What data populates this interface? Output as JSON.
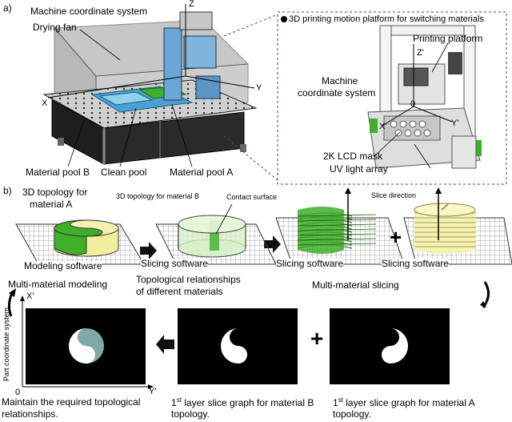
{
  "panel_a": {
    "label": "a)",
    "machine_coord": "Machine coordinate system",
    "drying_fan": "Drying fan",
    "material_pool_b": "Material pool B",
    "clean_pool": "Clean pool",
    "material_pool_a": "Material pool A",
    "axis_z": "Z",
    "axis_x": "X",
    "axis_y": "Y",
    "inset": {
      "title": "3D printing motion platform for switching materials",
      "printing_platform": "Printing platform",
      "machine_coord_line1": "Machine",
      "machine_coord_line2": "coordinate system",
      "axis_z": "Z'",
      "axis_x": "X'",
      "axis_y": "Y'",
      "origin": "0",
      "lcd_mask": "2K LCD mask",
      "uv_array": "UV light array"
    }
  },
  "panel_b": {
    "label": "b)",
    "topo_a_line1": "3D topology for",
    "topo_a_line2": "material A",
    "topo_b": "3D topology for material B",
    "contact_surface": "Contact surface",
    "slice_direction": "Slice direction",
    "modeling_software": "Modeling software",
    "slicing_software_1": "Slicing software",
    "slicing_software_2": "Slicing software",
    "slicing_software_3": "Slicing software",
    "multi_material_modeling": "Multi-material modeling",
    "topo_rel_line1": "Topological relationships",
    "topo_rel_line2": "of different materials",
    "multi_material_slicing": "Multi-material slicing",
    "axis_x": "X'",
    "axis_y": "Y'",
    "origin": "0",
    "part_coord": "Part coordinate system",
    "plus": "+",
    "caption_1_line1": "Maintain the required topological",
    "caption_1_line2": "relationships.",
    "caption_2_sup": "st",
    "caption_2_a": "1",
    "caption_2_b": " layer slice graph for material B",
    "caption_2_line2": "topology.",
    "caption_3_sup": "st",
    "caption_3_a": "1",
    "caption_3_b": " layer slice graph for material A",
    "caption_3_line2": "topology."
  },
  "colors": {
    "green": "#3fae2a",
    "light_green": "#bfe6a8",
    "yellow": "#f5f2b0",
    "blue_pool": "#4aa0d0",
    "teal": "#7fa9a8"
  }
}
